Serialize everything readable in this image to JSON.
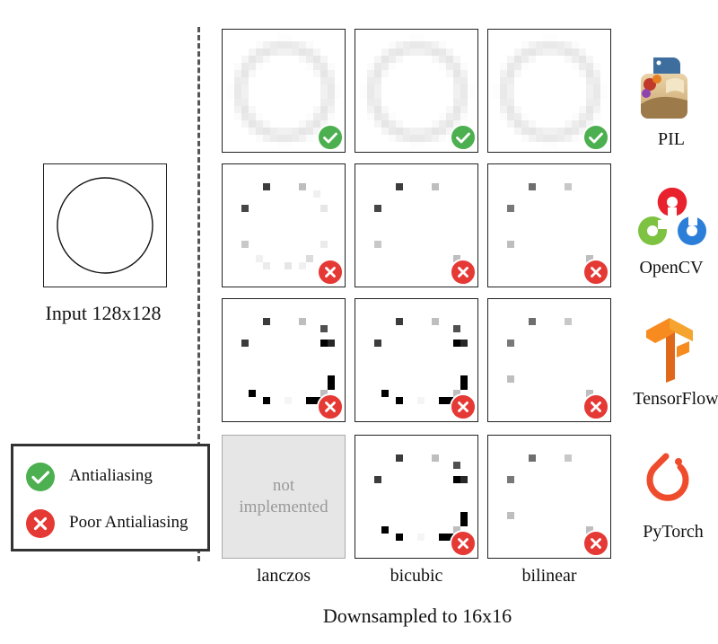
{
  "input": {
    "label": "Input 128x128"
  },
  "columns": [
    "lanczos",
    "bicubic",
    "bilinear"
  ],
  "x_title": "Downsampled to 16x16",
  "libraries": [
    {
      "name": "PIL",
      "icon": "pil-logo-icon",
      "cells": [
        {
          "method": "lanczos",
          "status": "good",
          "pattern": "ring-soft"
        },
        {
          "method": "bicubic",
          "status": "good",
          "pattern": "ring-soft"
        },
        {
          "method": "bilinear",
          "status": "good",
          "pattern": "ring-soft"
        }
      ]
    },
    {
      "name": "OpenCV",
      "icon": "opencv-logo-icon",
      "cells": [
        {
          "method": "lanczos",
          "status": "bad",
          "pattern": "sparse-lanczos-cv"
        },
        {
          "method": "bicubic",
          "status": "bad",
          "pattern": "sparse-cv"
        },
        {
          "method": "bilinear",
          "status": "bad",
          "pattern": "sparse-cv-bl"
        }
      ]
    },
    {
      "name": "TensorFlow",
      "icon": "tensorflow-logo-icon",
      "cells": [
        {
          "method": "lanczos",
          "status": "bad",
          "pattern": "sparse-tf"
        },
        {
          "method": "bicubic",
          "status": "bad",
          "pattern": "sparse-tf"
        },
        {
          "method": "bilinear",
          "status": "bad",
          "pattern": "sparse-bl"
        }
      ]
    },
    {
      "name": "PyTorch",
      "icon": "pytorch-logo-icon",
      "cells": [
        {
          "method": "lanczos",
          "status": "na",
          "text_line1": "not",
          "text_line2": "implemented"
        },
        {
          "method": "bicubic",
          "status": "bad",
          "pattern": "sparse-tf"
        },
        {
          "method": "bilinear",
          "status": "bad",
          "pattern": "sparse-bl"
        }
      ]
    }
  ],
  "legend": {
    "good_label": "Antialiasing",
    "bad_label": "Poor Antialiasing"
  },
  "colors": {
    "good": "#4caf50",
    "bad": "#e53935"
  }
}
